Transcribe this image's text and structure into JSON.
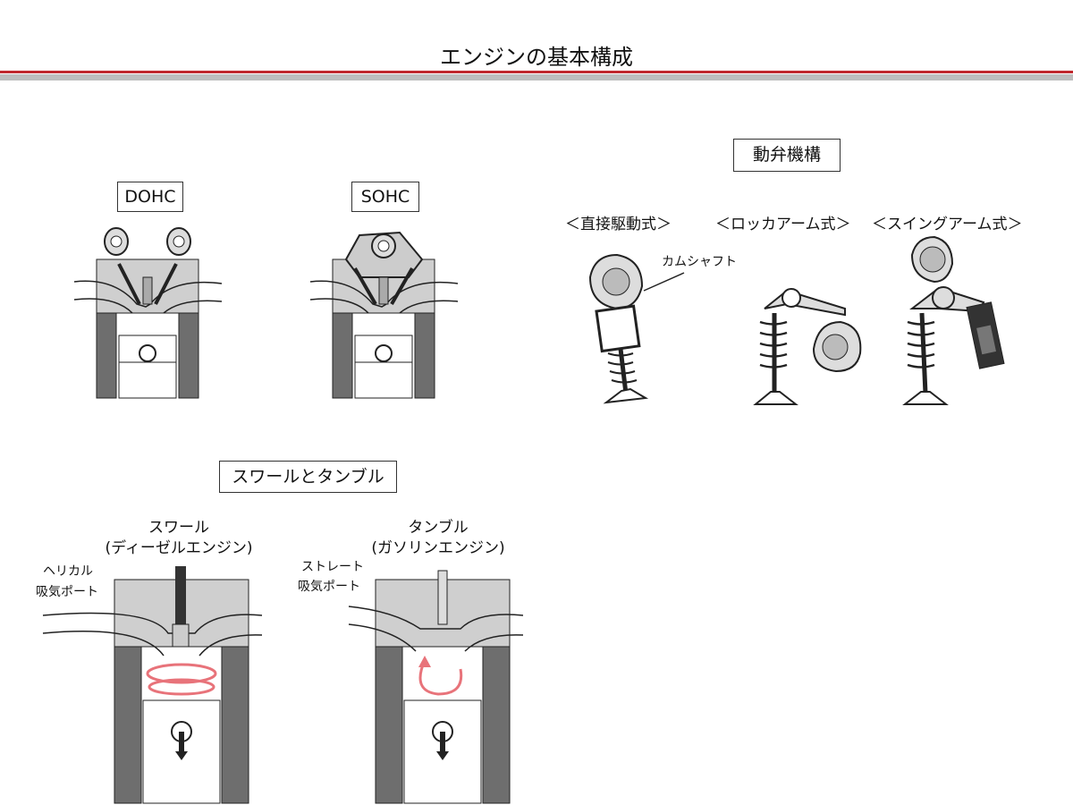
{
  "header": {
    "title": "エンジンの基本構成"
  },
  "cam_types": {
    "dohc": "DOHC",
    "sohc": "SOHC"
  },
  "valve_train": {
    "title": "動弁機構",
    "types": [
      "＜直接駆動式＞",
      "＜ロッカアーム式＞",
      "＜スイングアーム式＞"
    ],
    "camshaft_label": "カムシャフト"
  },
  "flow": {
    "title": "スワールとタンブル",
    "swirl": {
      "name": "スワール",
      "engine": "(ディーゼルエンジン)",
      "port_line1": "ヘリカル",
      "port_line2": "吸気ポート"
    },
    "tumble": {
      "name": "タンブル",
      "engine": "(ガソリンエンジン)",
      "port_line1": "ストレート",
      "port_line2": "吸気ポート"
    }
  },
  "colors": {
    "accent_red": "#c0282d",
    "flow_arrow": "#e8737a",
    "head_grey": "#cfcfcf",
    "wall_grey": "#6e6e6e"
  }
}
